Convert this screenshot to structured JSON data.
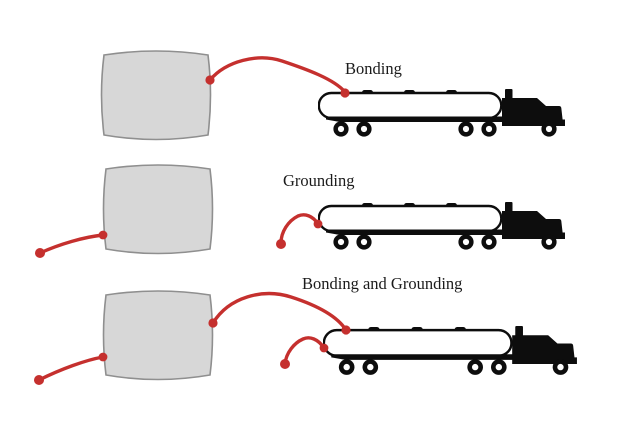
{
  "diagram": {
    "rows": [
      {
        "label": "Bonding",
        "elements": [
          "storage-tank",
          "tanker-truck"
        ],
        "wires": [
          "bonding-cable-tank-to-truck"
        ]
      },
      {
        "label": "Grounding",
        "elements": [
          "storage-tank",
          "tanker-truck"
        ],
        "wires": [
          "grounding-cable-from-tank",
          "grounding-cable-from-truck"
        ]
      },
      {
        "label": "Bonding and Grounding",
        "elements": [
          "storage-tank",
          "tanker-truck"
        ],
        "wires": [
          "bonding-cable-tank-to-truck",
          "grounding-cable-from-tank",
          "grounding-cable-from-truck"
        ]
      }
    ]
  },
  "colors": {
    "background": "#ffffff",
    "cable_red": "#c5302e",
    "tank_fill": "#d7d7d7",
    "tank_stroke": "#8f8f8f",
    "truck_black": "#0d0d0d",
    "trailer_fill": "#ffffff",
    "label_text": "#1b1b1b"
  }
}
